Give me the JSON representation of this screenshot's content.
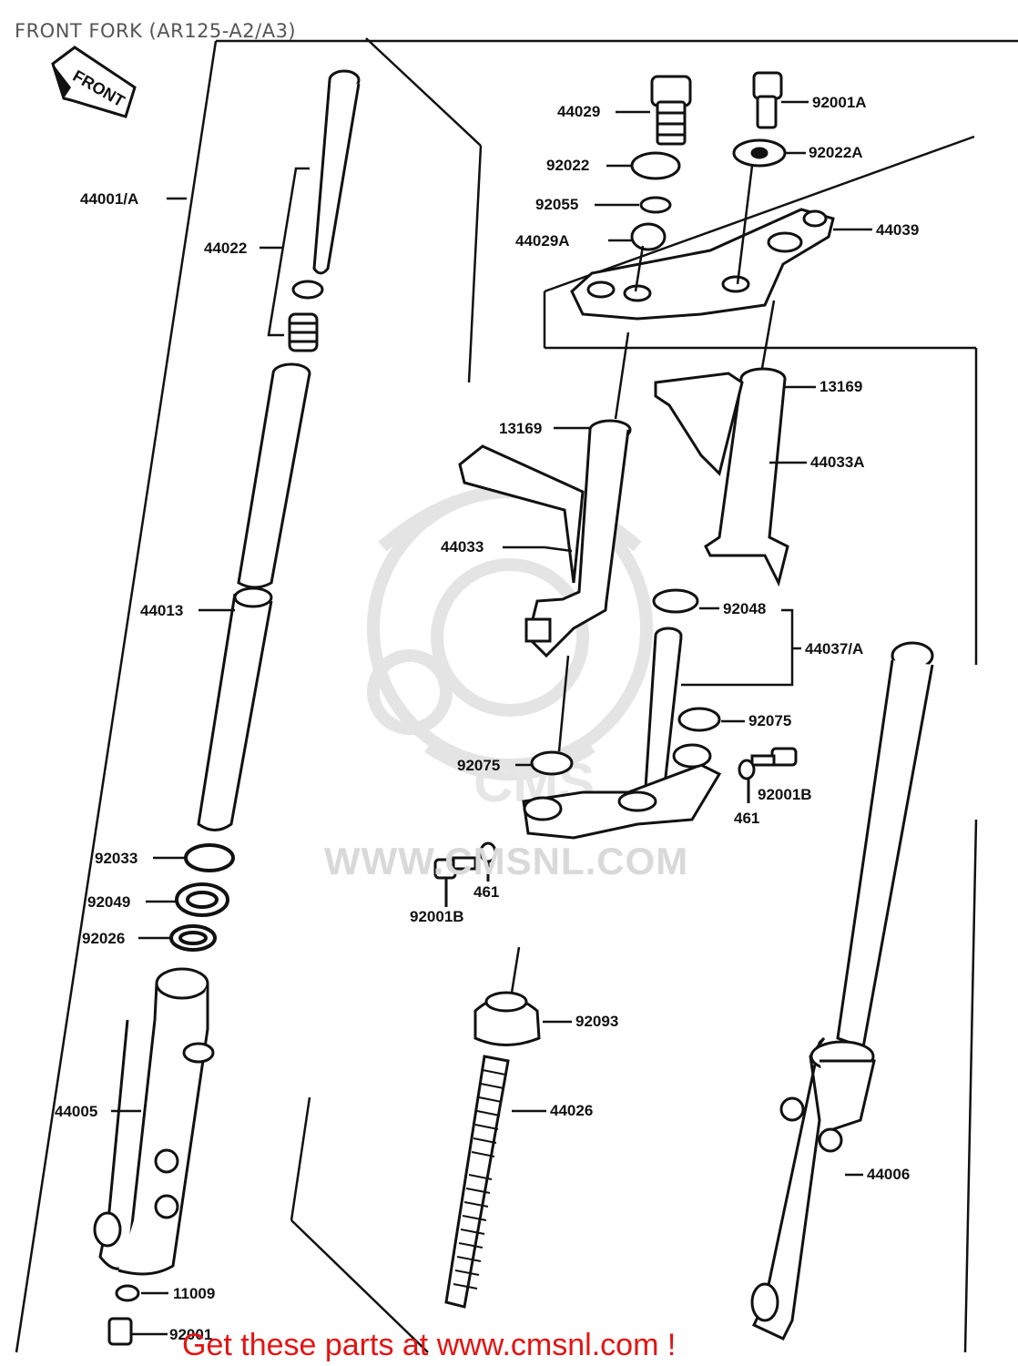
{
  "diagram": {
    "title": "FRONT FORK (AR125-A2/A3)",
    "direction_badge": "FRONT",
    "watermark": "WWW.CMSNL.COM",
    "watermark_logo_text": "CMS",
    "footer": "Get these parts at www.cmsnl.com !"
  },
  "parts": [
    {
      "id": "p-44001A",
      "label": "44001/A"
    },
    {
      "id": "p-44022",
      "label": "44022"
    },
    {
      "id": "p-44013",
      "label": "44013"
    },
    {
      "id": "p-92033",
      "label": "92033"
    },
    {
      "id": "p-92049",
      "label": "92049"
    },
    {
      "id": "p-92026",
      "label": "92026"
    },
    {
      "id": "p-44005",
      "label": "44005"
    },
    {
      "id": "p-11009",
      "label": "11009"
    },
    {
      "id": "p-92001",
      "label": "92001"
    },
    {
      "id": "p-44029",
      "label": "44029"
    },
    {
      "id": "p-92022",
      "label": "92022"
    },
    {
      "id": "p-92055",
      "label": "92055"
    },
    {
      "id": "p-44029A",
      "label": "44029A"
    },
    {
      "id": "p-92001A",
      "label": "92001A"
    },
    {
      "id": "p-92022A",
      "label": "92022A"
    },
    {
      "id": "p-44039",
      "label": "44039"
    },
    {
      "id": "p-13169-a",
      "label": "13169"
    },
    {
      "id": "p-13169-b",
      "label": "13169"
    },
    {
      "id": "p-44033A",
      "label": "44033A"
    },
    {
      "id": "p-44033",
      "label": "44033"
    },
    {
      "id": "p-92048",
      "label": "92048"
    },
    {
      "id": "p-44037A",
      "label": "44037/A"
    },
    {
      "id": "p-92075-a",
      "label": "92075"
    },
    {
      "id": "p-92075-b",
      "label": "92075"
    },
    {
      "id": "p-92001B-a",
      "label": "92001B"
    },
    {
      "id": "p-461-a",
      "label": "461"
    },
    {
      "id": "p-461-b",
      "label": "461"
    },
    {
      "id": "p-92001B-b",
      "label": "92001B"
    },
    {
      "id": "p-92093",
      "label": "92093"
    },
    {
      "id": "p-44026",
      "label": "44026"
    },
    {
      "id": "p-44006",
      "label": "44006"
    }
  ]
}
